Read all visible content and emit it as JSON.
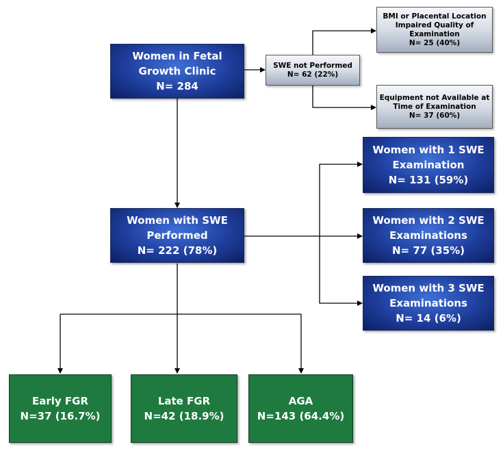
{
  "nodes": {
    "clinic": [
      "Women in Fetal",
      "Growth Clinic",
      "N= 284"
    ],
    "swe_not": [
      "SWE not Performed",
      "N= 62 (22%)"
    ],
    "bmi": [
      "BMI or Placental Location",
      "Impaired Quality of",
      "Examination",
      "N= 25 (40%)"
    ],
    "equip": [
      "Equipment not Available at",
      "Time of Examination",
      "N= 37 (60%)"
    ],
    "swe_performed": [
      "Women with SWE",
      "Performed",
      "N= 222 (78%)"
    ],
    "one_swe": [
      "Women with 1 SWE",
      "Examination",
      "N= 131 (59%)"
    ],
    "two_swe": [
      "Women with 2 SWE",
      "Examinations",
      "N= 77 (35%)"
    ],
    "three_swe": [
      "Women with 3 SWE",
      "Examinations",
      "N= 14 (6%)"
    ],
    "early": [
      "Early FGR",
      "N=37 (16.7%)"
    ],
    "late": [
      "Late FGR",
      "N=42 (18.9%)"
    ],
    "aga": [
      "AGA",
      "N=143 (64.4%)"
    ]
  },
  "colors": {
    "blue": "#1f3f9e",
    "grey": "#c5ccd6",
    "green": "#1f7a40",
    "line": "#000000"
  }
}
